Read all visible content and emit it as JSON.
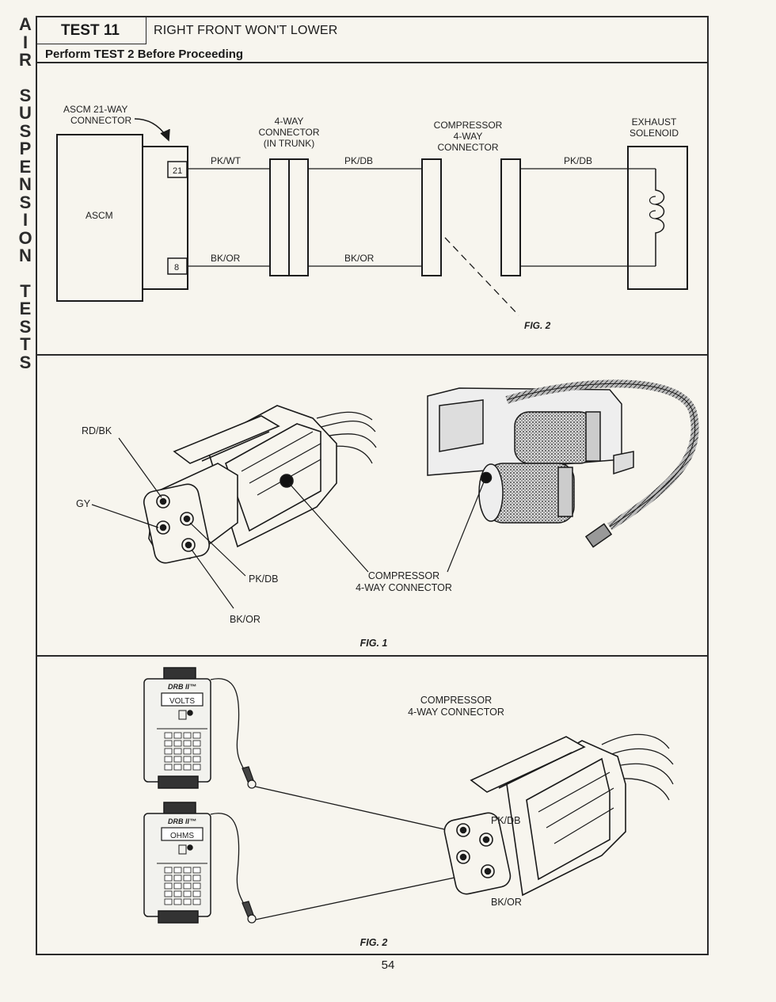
{
  "side_letters": [
    "A",
    "I",
    "R",
    "",
    "S",
    "U",
    "S",
    "P",
    "E",
    "N",
    "S",
    "I",
    "O",
    "N",
    "",
    "T",
    "E",
    "S",
    "T",
    "S"
  ],
  "header": {
    "test_label": "TEST 11",
    "title": "RIGHT FRONT WON'T LOWER",
    "subtitle": "Perform TEST 2 Before Proceeding"
  },
  "wiring": {
    "ascm_connector_label": [
      "ASCM 21-WAY",
      "CONNECTOR"
    ],
    "ascm_label": "ASCM",
    "pin_21": "21",
    "pin_8": "8",
    "trunk_connector_label": [
      "4-WAY",
      "CONNECTOR",
      "(IN TRUNK)"
    ],
    "compressor_connector_label": [
      "COMPRESSOR",
      "4-WAY",
      "CONNECTOR"
    ],
    "exhaust_label": [
      "EXHAUST",
      "SOLENOID"
    ],
    "wire_top_1": "PK/WT",
    "wire_top_2": "PK/DB",
    "wire_top_3": "PK/DB",
    "wire_bot_1": "BK/OR",
    "wire_bot_2": "BK/OR",
    "fig_ref": "FIG. 2"
  },
  "fig1": {
    "pin_rdbk": "RD/BK",
    "pin_gy": "GY",
    "pin_pkdb": "PK/DB",
    "pin_bkor": "BK/OR",
    "connector_label": [
      "COMPRESSOR",
      "4-WAY CONNECTOR"
    ],
    "caption": "FIG. 1"
  },
  "fig2": {
    "meter_top_brand": "DRB II™",
    "meter_top_display": "VOLTS",
    "meter_bot_brand": "DRB II™",
    "meter_bot_display": "OHMS",
    "connector_label": [
      "COMPRESSOR",
      "4-WAY CONNECTOR"
    ],
    "pin_pkdb": "PK/DB",
    "pin_bkor": "BK/OR",
    "caption": "FIG. 2"
  },
  "page_number": "54"
}
